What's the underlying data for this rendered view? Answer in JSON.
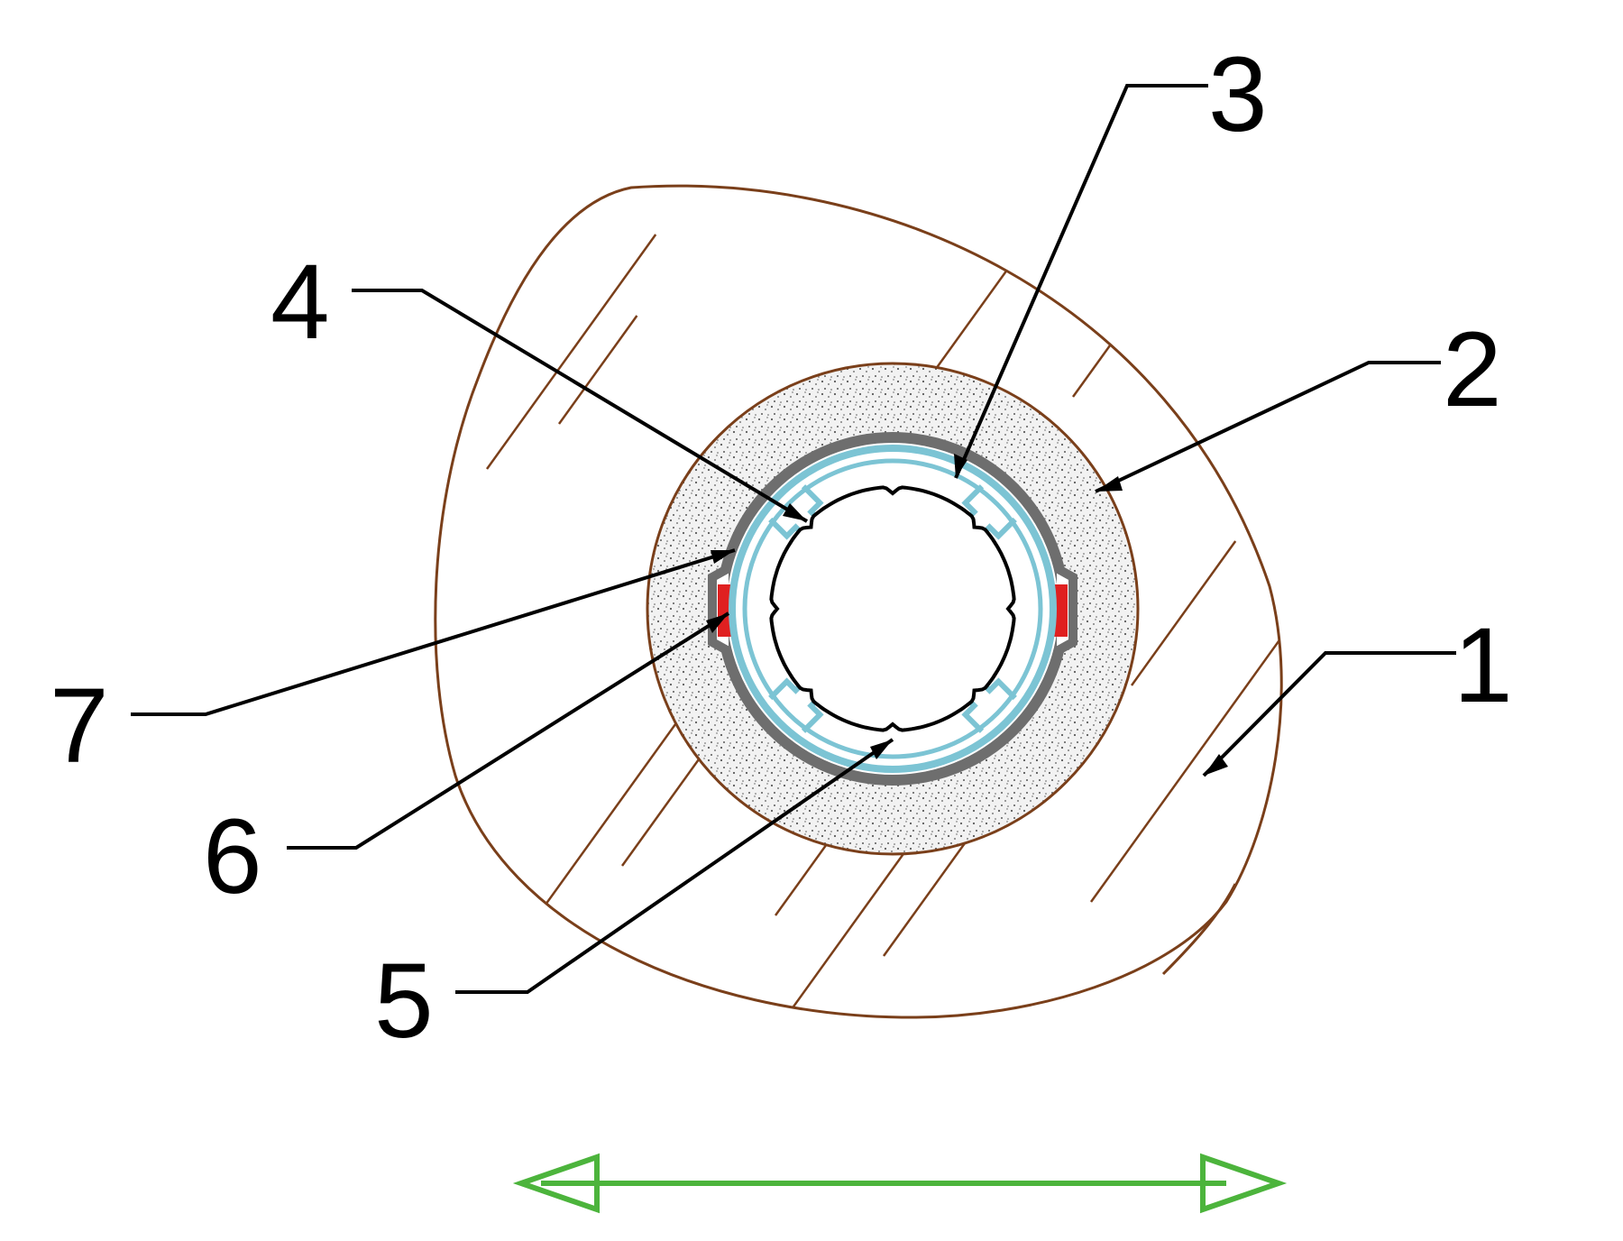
{
  "colors": {
    "background": "#ffffff",
    "outer_layer_stroke": "#7a3f1a",
    "hatch_stroke": "#7a3f1a",
    "fill_layer_bg": "#e6e6e6",
    "fill_layer_dots": "#555555",
    "casing_gray": "#6e6e6e",
    "liner_cyan": "#7cc4d4",
    "seal_red": "#e02020",
    "leader_line": "#000000",
    "direction_arrow": "#4cb43c"
  },
  "callouts": [
    {
      "id": "1",
      "label": "1"
    },
    {
      "id": "2",
      "label": "2"
    },
    {
      "id": "3",
      "label": "3"
    },
    {
      "id": "4",
      "label": "4"
    },
    {
      "id": "5",
      "label": "5"
    },
    {
      "id": "6",
      "label": "6"
    },
    {
      "id": "7",
      "label": "7"
    }
  ],
  "icons": {
    "direction_arrow": "double-headed-arrow-icon"
  }
}
